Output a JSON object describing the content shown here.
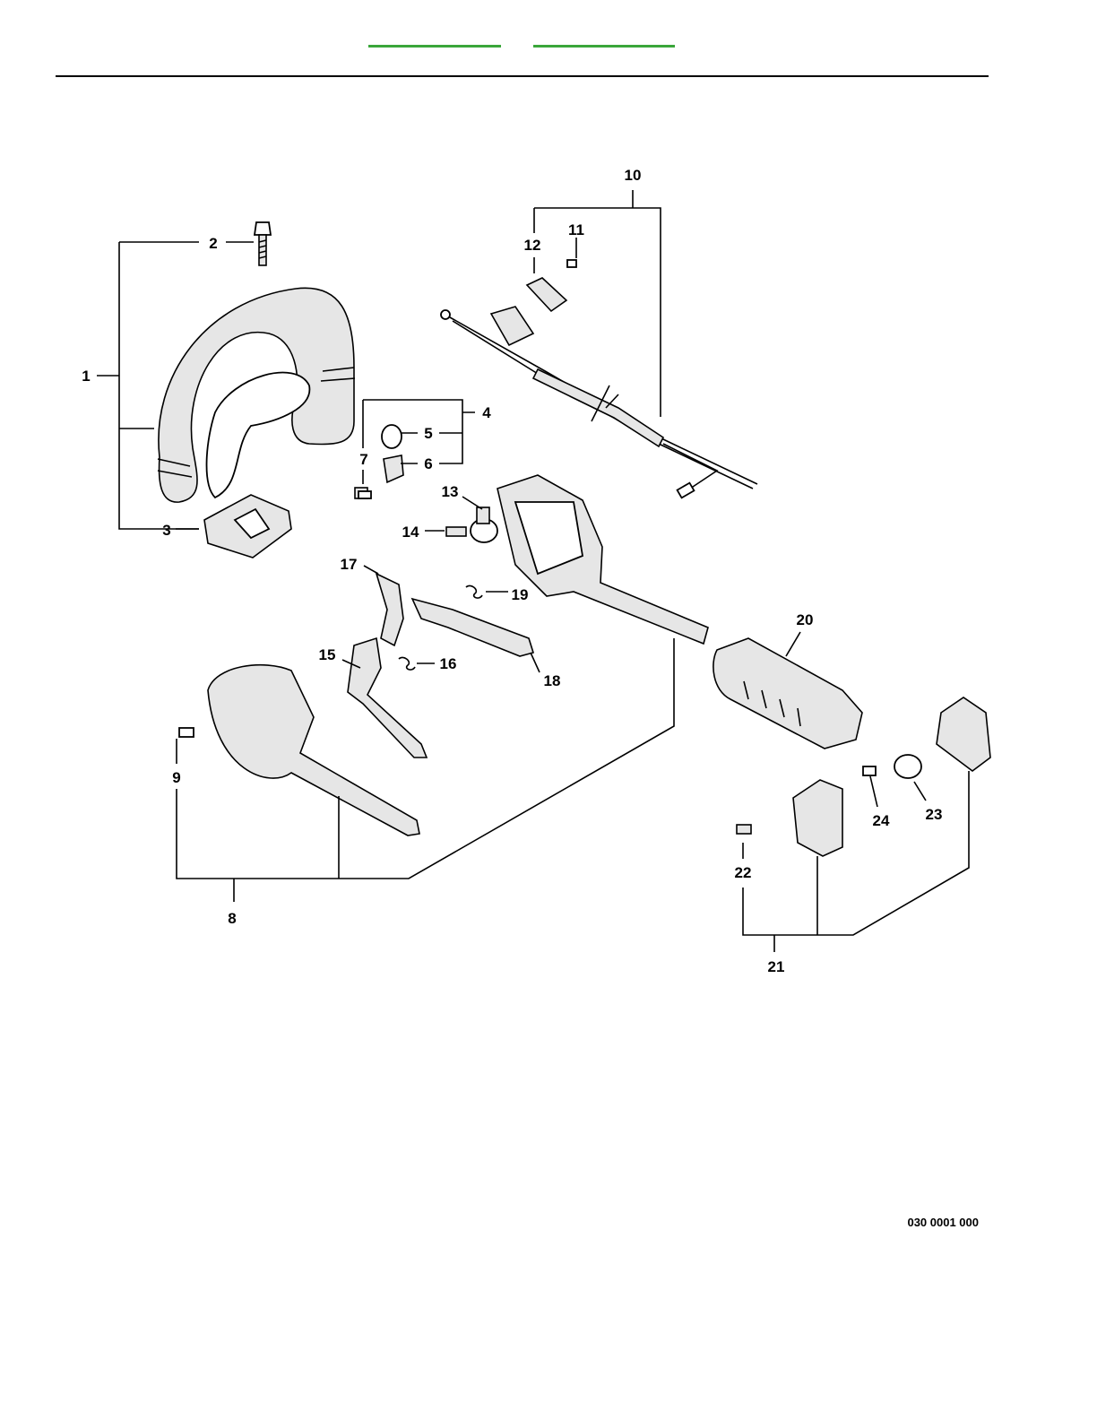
{
  "nav": {
    "link1": "",
    "link2": ""
  },
  "accent": "#3aa63a",
  "diagram_code": "030 0001 000",
  "callouts": [
    {
      "id": "c1",
      "text": "1"
    },
    {
      "id": "c2",
      "text": "2"
    },
    {
      "id": "c3",
      "text": "3"
    },
    {
      "id": "c4",
      "text": "4"
    },
    {
      "id": "c5",
      "text": "5"
    },
    {
      "id": "c6",
      "text": "6"
    },
    {
      "id": "c7",
      "text": "7"
    },
    {
      "id": "c8",
      "text": "8"
    },
    {
      "id": "c9",
      "text": "9"
    },
    {
      "id": "c10",
      "text": "10"
    },
    {
      "id": "c11",
      "text": "11"
    },
    {
      "id": "c12",
      "text": "12"
    },
    {
      "id": "c13",
      "text": "13"
    },
    {
      "id": "c14",
      "text": "14"
    },
    {
      "id": "c15",
      "text": "15"
    },
    {
      "id": "c16",
      "text": "16"
    },
    {
      "id": "c17",
      "text": "17"
    },
    {
      "id": "c18",
      "text": "18"
    },
    {
      "id": "c19",
      "text": "19"
    },
    {
      "id": "c20",
      "text": "20"
    },
    {
      "id": "c21",
      "text": "21"
    },
    {
      "id": "c22",
      "text": "22"
    },
    {
      "id": "c23",
      "text": "23"
    },
    {
      "id": "c24",
      "text": "24"
    }
  ]
}
